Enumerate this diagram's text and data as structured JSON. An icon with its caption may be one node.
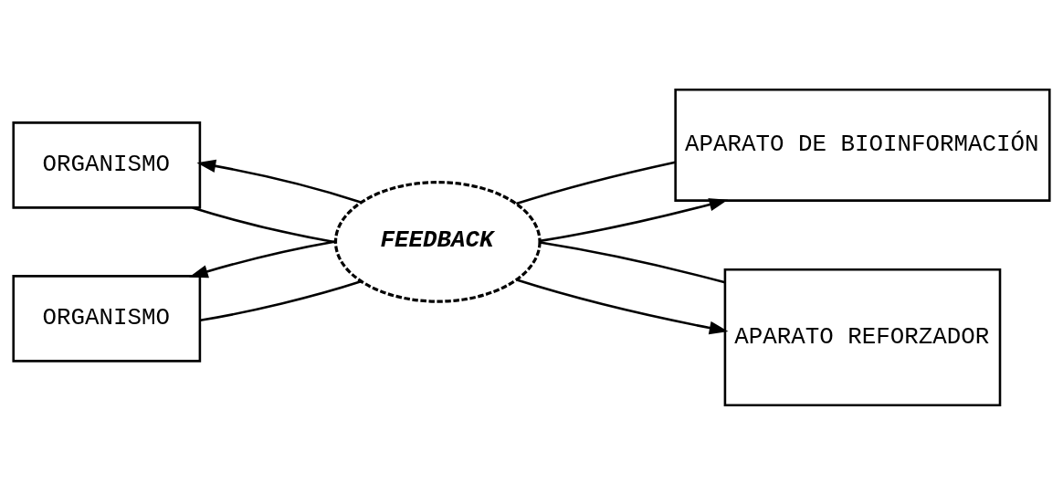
{
  "diagram": {
    "nodes": [
      {
        "text": [
          "ORGANISMO"
        ]
      },
      {
        "text": [
          "APARATO DE BIOINFORMACIÓN"
        ]
      },
      {
        "text": [
          "FEEDBACK"
        ]
      },
      {
        "text": [
          "ORGANISMO"
        ]
      },
      {
        "text": [
          "APARATO REFORZADOR"
        ]
      }
    ],
    "edges": [
      {
        "from": 0,
        "to": 2,
        "arrow": "none"
      },
      {
        "from": 2,
        "to": 0,
        "arrow": "to"
      },
      {
        "from": 3,
        "to": 2,
        "arrow": "none"
      },
      {
        "from": 2,
        "to": 3,
        "arrow": "to"
      },
      {
        "from": 1,
        "to": 2,
        "arrow": "none"
      },
      {
        "from": 2,
        "to": 1,
        "arrow": "to"
      },
      {
        "from": 2,
        "to": 4,
        "arrow": "to"
      },
      {
        "from": 4,
        "to": 2,
        "arrow": "none"
      }
    ]
  }
}
